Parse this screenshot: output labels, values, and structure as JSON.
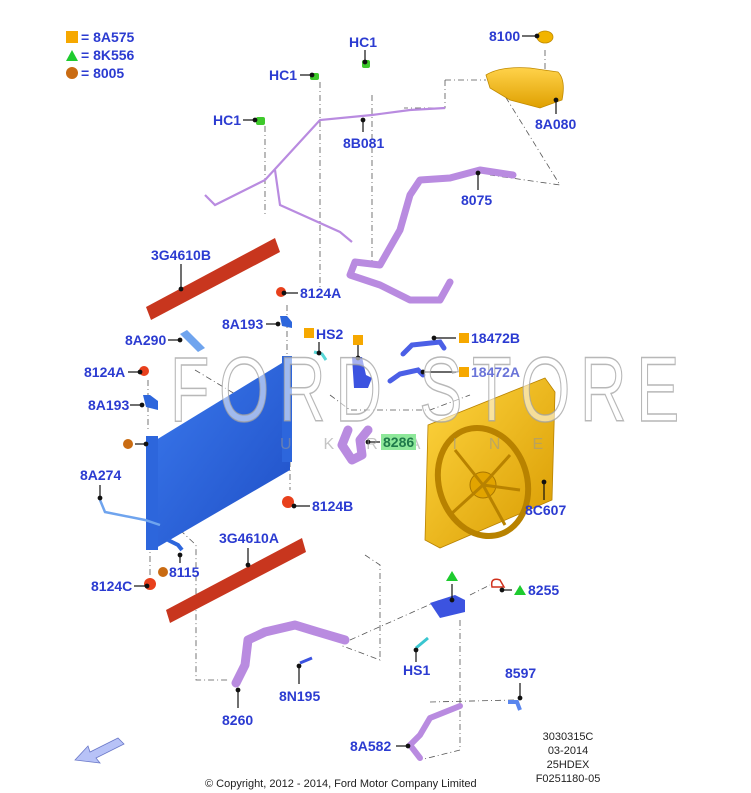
{
  "legend": [
    {
      "symbol": "square",
      "color": "#f6a800",
      "label": "= 8A575"
    },
    {
      "symbol": "triangle",
      "color": "#1ecb2f",
      "label": "= 8K556"
    },
    {
      "symbol": "circle",
      "color": "#c96b12",
      "label": "= 8005"
    }
  ],
  "labels": {
    "hc1_top": "HC1",
    "hc1_mid": "HC1",
    "hc1_left": "HC1",
    "p8b081": "8B081",
    "p8100": "8100",
    "p8a080": "8A080",
    "p8075": "8075",
    "p3g4610b": "3G4610B",
    "p8124a_top": "8124A",
    "p8a193_top": "8A193",
    "hs2": "HS2",
    "p18472b": "18472B",
    "p18472a": "18472A",
    "p8a290": "8A290",
    "p8124a_left": "8124A",
    "p8a193_left": "8A193",
    "p8286": "8286",
    "p8c607": "8C607",
    "p8a274": "8A274",
    "p8124b": "8124B",
    "p3g4610a": "3G4610A",
    "p8115": "8115",
    "p8124c": "8124C",
    "p8255": "8255",
    "hs1": "HS1",
    "p8597": "8597",
    "p8260": "8260",
    "p8n195": "8N195",
    "p8a582": "8A582"
  },
  "watermark": {
    "main": "FORD STORE",
    "sub": "UKRAINE"
  },
  "info_block": [
    "3030315C",
    "03-2014",
    "25HDEX",
    "F0251180-05"
  ],
  "copyright": "© Copyright, 2012 - 2014, Ford Motor Company Limited",
  "colors": {
    "label": "#2b3bd1",
    "hose": "#b98be0",
    "radiator": "#2a62d8",
    "shroud": "#f0b800",
    "deflector": "#c8361e",
    "clip": "#3ec92b",
    "bolt": "#e8401c"
  }
}
